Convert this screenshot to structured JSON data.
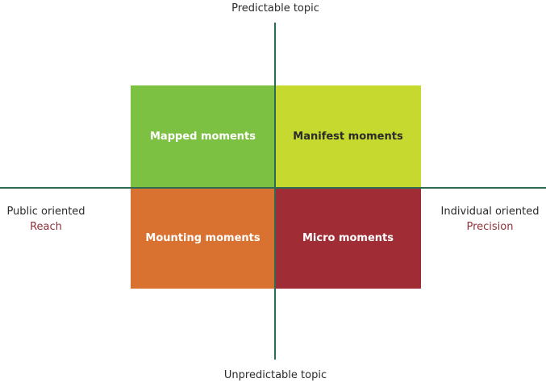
{
  "axes": {
    "top_label": "Predictable topic",
    "bottom_label": "Unpredictable topic",
    "left_main": "Public oriented",
    "left_sub": "Reach",
    "right_main": "Individual oriented",
    "right_sub": "Precision"
  },
  "quadrants": {
    "top_left": "Mapped moments",
    "top_right": "Manifest moments",
    "bottom_left": "Mounting moments",
    "bottom_right": "Micro moments"
  },
  "colors": {
    "top_left": "#7dc142",
    "top_right": "#c5d92e",
    "bottom_left": "#d97230",
    "bottom_right": "#a02c35",
    "axis_line": "#2f6a52",
    "sub_label": "#8e3038"
  }
}
